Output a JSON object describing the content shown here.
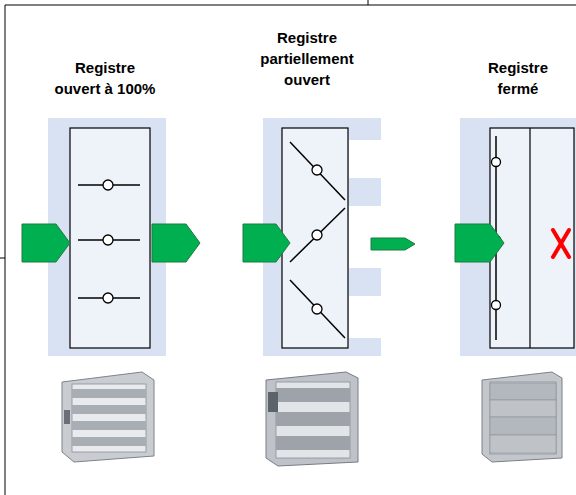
{
  "diagram": {
    "labels": [
      "Registre ouvert à 100%",
      "Registre partiellement ouvert",
      "Registre fermé"
    ]
  }
}
